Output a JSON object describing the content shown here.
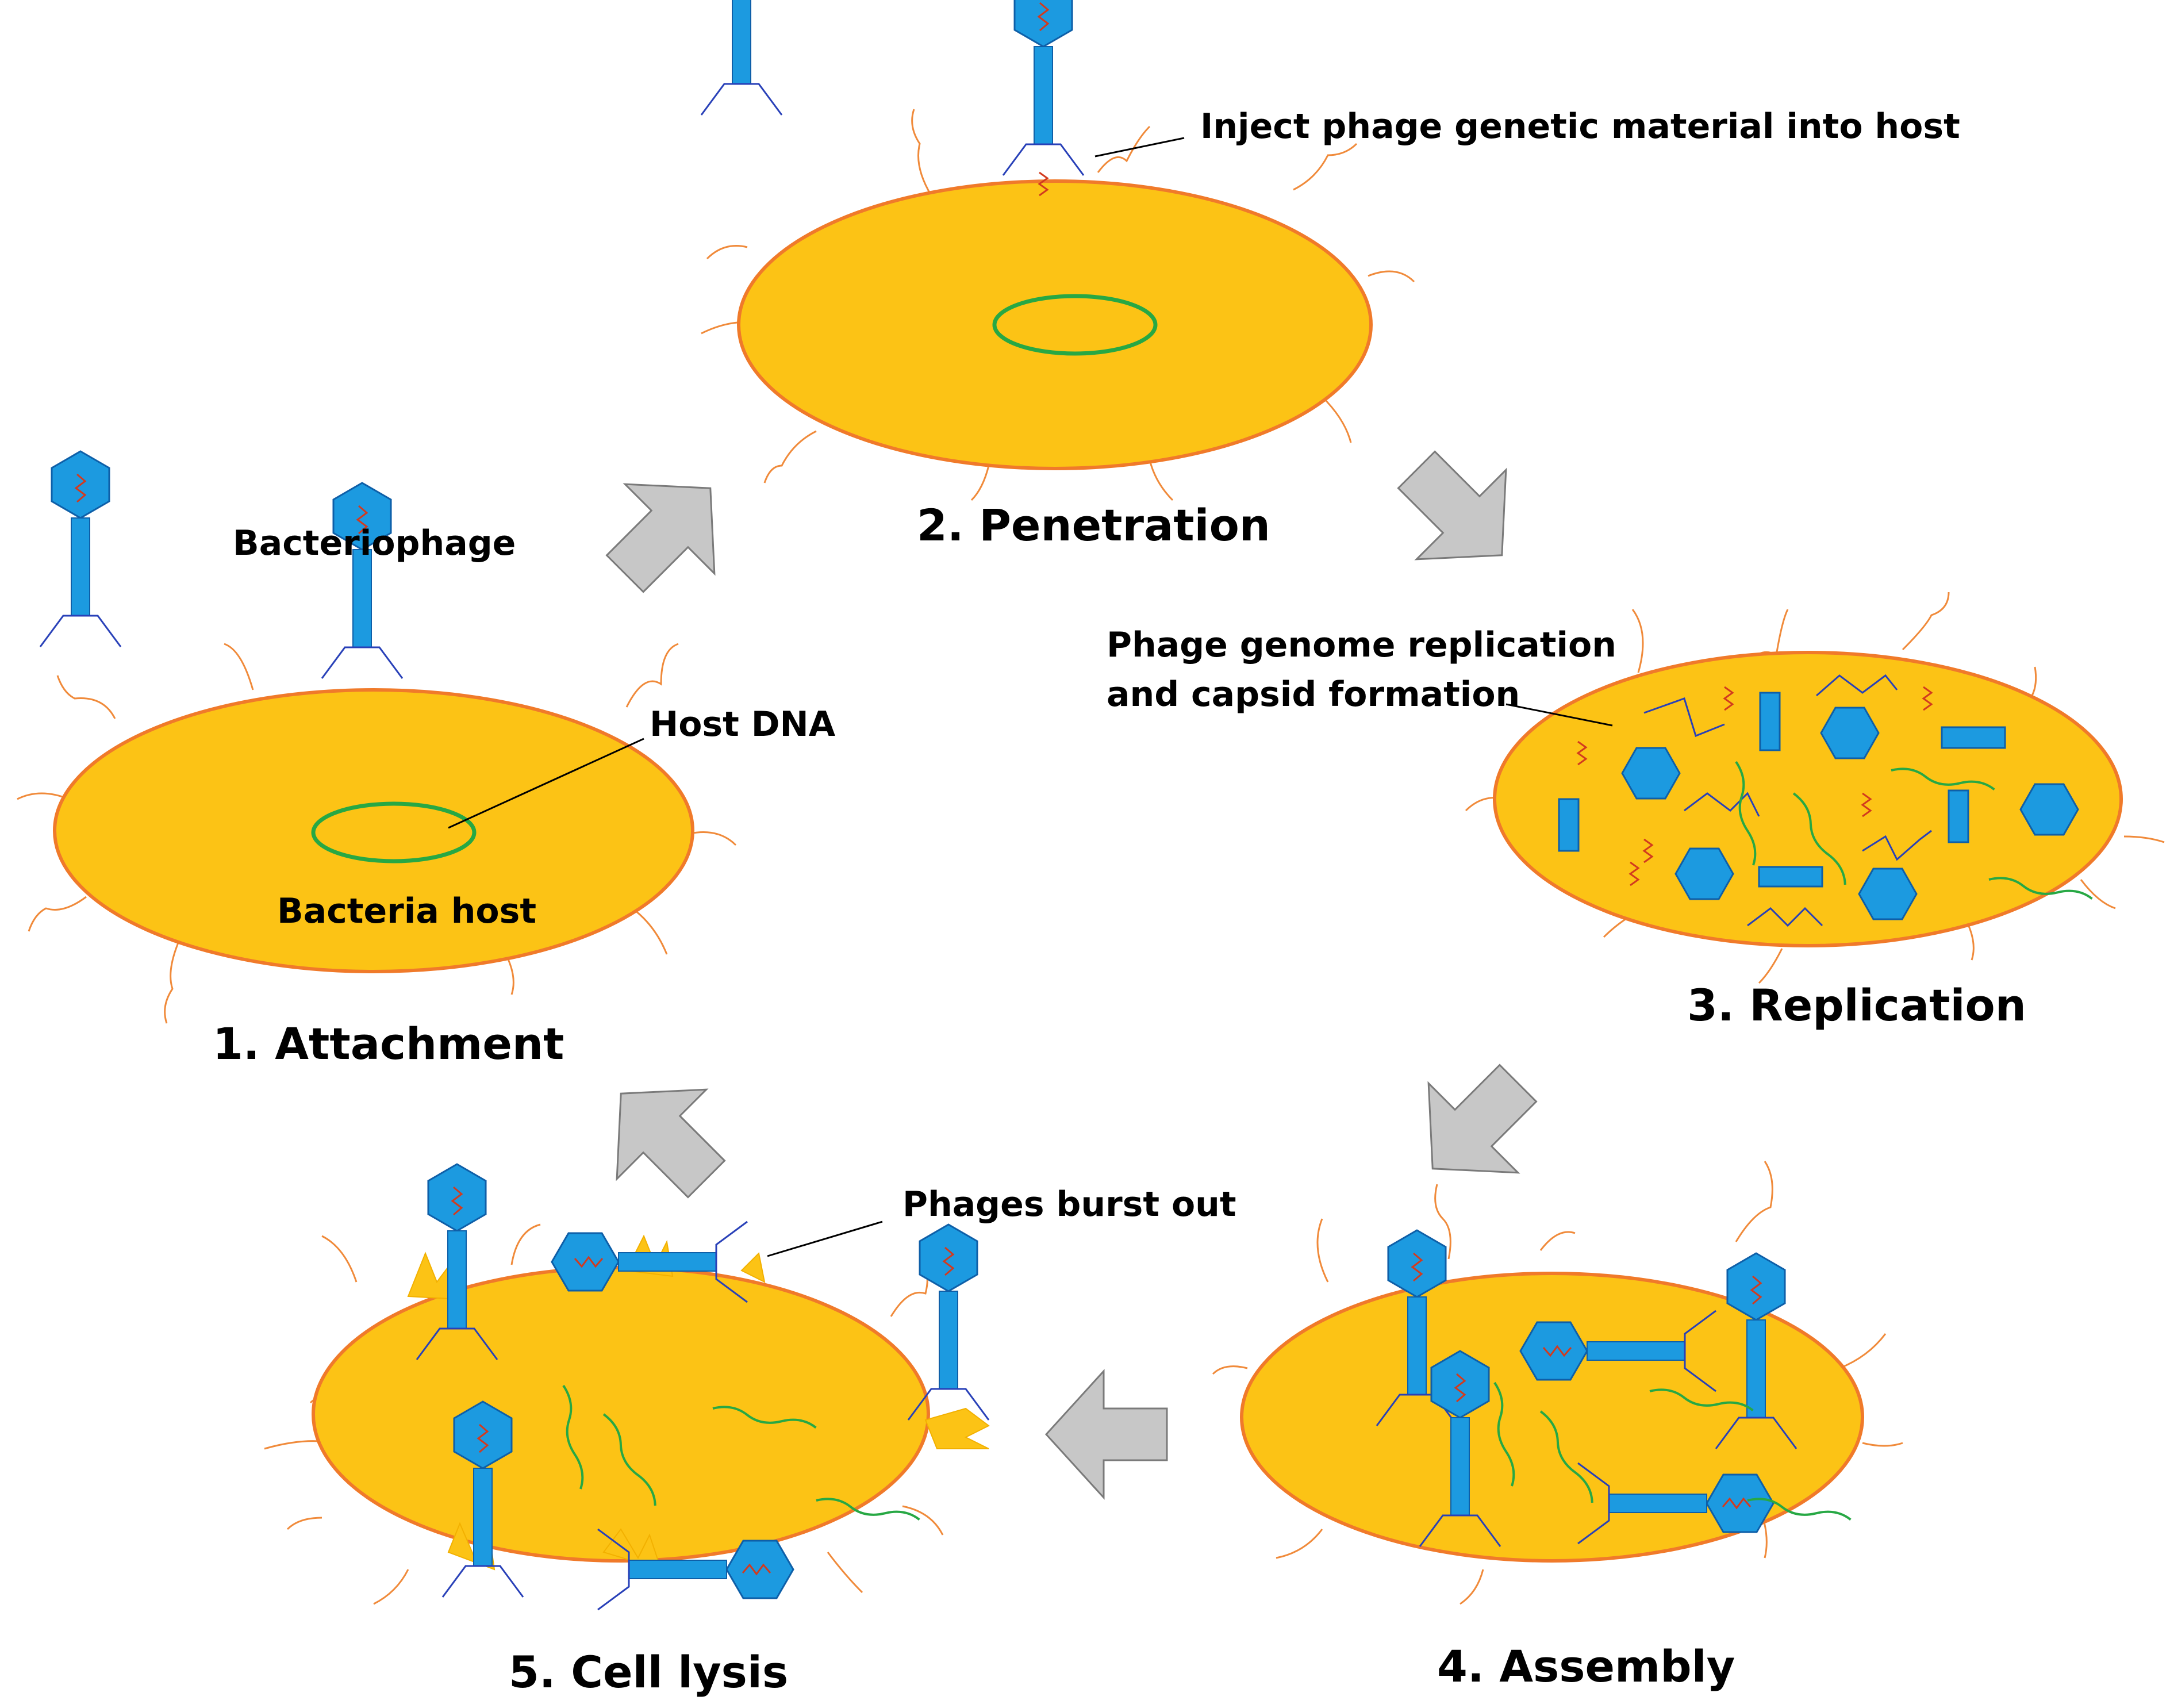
{
  "labels": {
    "bacteriophage": "Bacteriophage",
    "host_dna": "Host DNA",
    "bacteria_host": "Bacteria host",
    "inject": "Inject  phage genetic material into host",
    "replication_note_1": "Phage genome replication",
    "replication_note_2": "and capsid formation",
    "burst": "Phages burst out"
  },
  "stages": {
    "s1": "1. Attachment",
    "s2": "2. Penetration",
    "s3": "3. Replication",
    "s4": "4. Assembly",
    "s5": "5. Cell lysis"
  },
  "colors": {
    "cell_fill": "#fcc315",
    "cell_outline": "#f07a2a",
    "phage_blue": "#1c9ae0",
    "phage_outline": "#0e5fa8",
    "dna_green": "#27a844",
    "rna_red": "#d23a1e",
    "arrow_gray": "#c7c7c7",
    "arrow_outline": "#7a7a7a",
    "pili_orange": "#f08a3a",
    "leg_line": "#2840b8"
  }
}
